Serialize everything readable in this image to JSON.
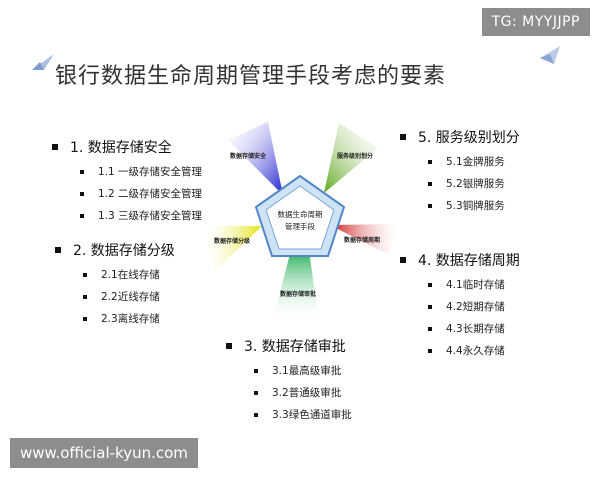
{
  "watermark_top": "TG: MYYJJPP",
  "watermark_bottom": "www.official-kyun.com",
  "title": "银行数据生命周期管理手段考虑的要素",
  "center_label_1": "数据生命周期",
  "center_label_2": "管理手段",
  "rays": [
    {
      "label": "数据存储安全",
      "color": "#2a2ad6"
    },
    {
      "label": "服务级别划分",
      "color": "#6fb12c"
    },
    {
      "label": "数据存储周期",
      "color": "#d21f1f"
    },
    {
      "label": "数据存储审批",
      "color": "#2bb35a"
    },
    {
      "label": "数据存储分级",
      "color": "#e6e619"
    }
  ],
  "sections": [
    {
      "heading": "1. 数据存储安全",
      "items": [
        "1.1 一级存储安全管理",
        "1.2 二级存储安全管理",
        "1.3 三级存储安全管理"
      ]
    },
    {
      "heading": "2. 数据存储分级",
      "items": [
        "2.1在线存储",
        "2.2近线存储",
        "2.3离线存储"
      ]
    },
    {
      "heading": "3. 数据存储审批",
      "items": [
        "3.1最高级审批",
        "3.2普通级审批",
        "3.3绿色通道审批"
      ]
    },
    {
      "heading": "4. 数据存储周期",
      "items": [
        "4.1临时存储",
        "4.2短期存储",
        "4.3长期存储",
        "4.4永久存储"
      ]
    },
    {
      "heading": "5. 服务级别划分",
      "items": [
        "5.1金牌服务",
        "5.2银牌服务",
        "5.3铜牌服务"
      ]
    }
  ]
}
